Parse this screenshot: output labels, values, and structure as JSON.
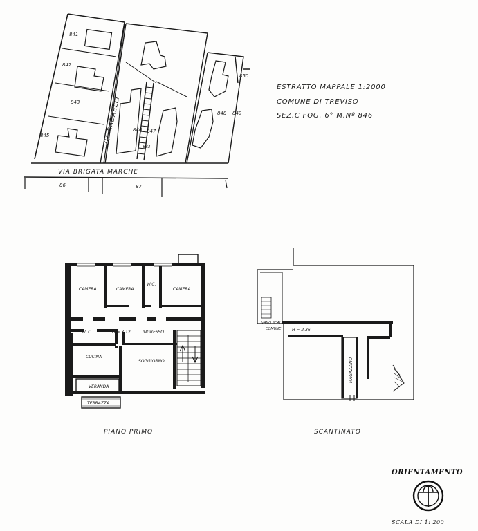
{
  "title_block": {
    "line1": "ESTRATTO MAPPALE  1:2000",
    "line2": "COMUNE DI TREVISO",
    "line3": "SEZ.C  FOG. 6°   M.Nº 846"
  },
  "map": {
    "street_main": "VIA   BRIGATA   MARCHE",
    "street_side": "VIA  RADAELLI",
    "parcels": [
      "841",
      "842",
      "843",
      "845",
      "846",
      "847",
      "848",
      "849",
      "850",
      "86",
      "87",
      "883"
    ]
  },
  "floor_plan": {
    "caption": "PIANO  PRIMO",
    "rooms": {
      "camera_1": "CAMERA",
      "camera_2": "CAMERA",
      "wc_top": "W.C.",
      "camera_3": "CAMERA",
      "wc": "W. C.",
      "height": "H = 3,12",
      "ingresso": "INGRESSO",
      "cucina": "CUCINA",
      "soggiorno": "SOGGIORNO",
      "veranda": "VERANDA",
      "terrazza": "TERRAZZA"
    }
  },
  "basement": {
    "caption": "SCANTINATO",
    "vano_line1": "VANO SCALE",
    "vano_line2": "COMUNE",
    "height": "H = 2,36",
    "magazzino": "MAGAZZINO"
  },
  "orientation": {
    "label": "ORIENTAMENTO",
    "scale": "SCALA DI 1: 200"
  }
}
